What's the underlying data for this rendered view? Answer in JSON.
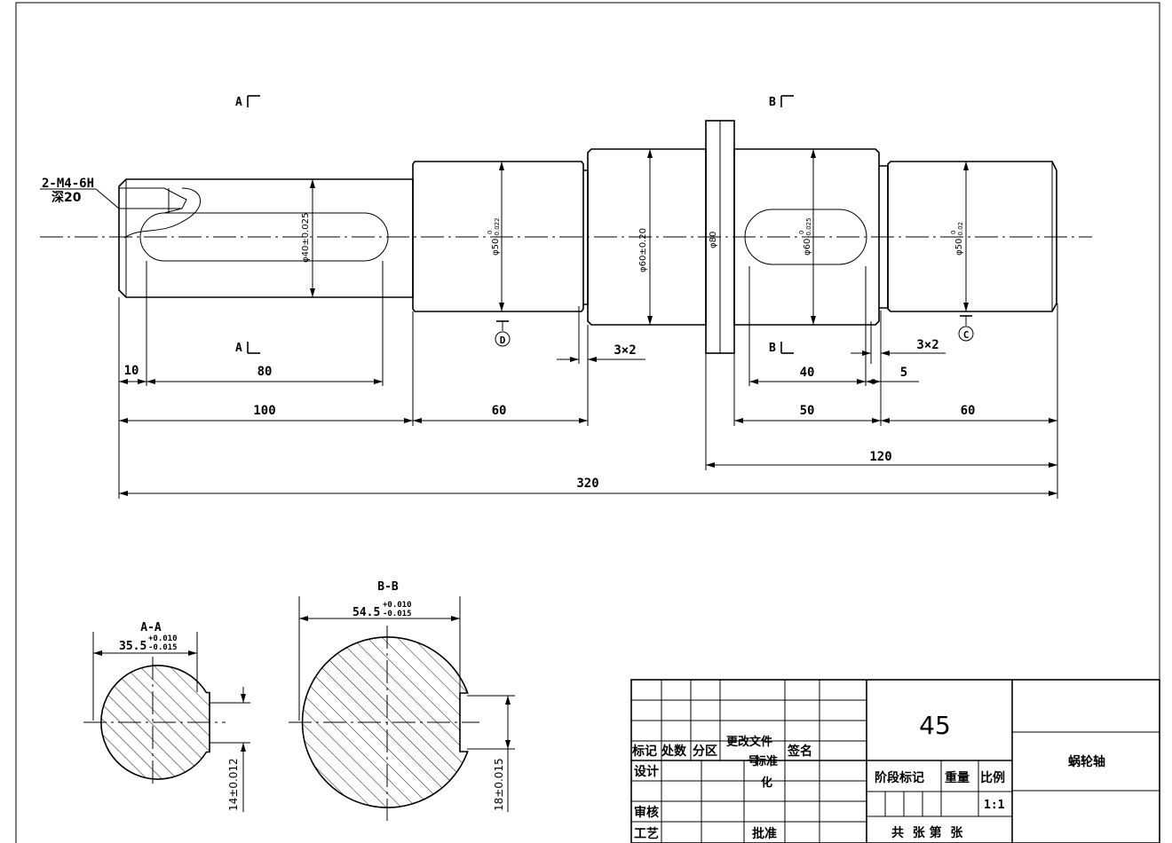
{
  "labels": {
    "thread_note": "2-M4-6H",
    "thread_depth": "深20",
    "section_a_top": "A",
    "section_a_bottom": "A",
    "section_b_top": "B",
    "section_b_bottom": "B",
    "datum_d": "D",
    "datum_c": "C",
    "chamfer_left": "3×2",
    "chamfer_right": "3×2"
  },
  "diameters": {
    "d40": "φ40±0.025",
    "d50_left": "φ50",
    "d60_mid": "φ60±0.20",
    "d80": "φ80",
    "d60_key": "φ60",
    "d50_right": "φ50",
    "tol_zero": "0",
    "tol_022": "-0.022",
    "tol_025": "-0.025",
    "tol_02": "-0.02"
  },
  "dims": {
    "d10": "10",
    "d80": "80",
    "d100": "100",
    "d60_left": "60",
    "d40": "40",
    "d5": "5",
    "d50": "50",
    "d60_right": "60",
    "d120": "120",
    "d320": "320"
  },
  "sections": {
    "aa_title": "A-A",
    "aa_width": "35.5",
    "aa_tol_plus": "+0.010",
    "aa_tol_minus": "-0.015",
    "aa_key": "14±0.012",
    "bb_title": "B-B",
    "bb_width": "54.5",
    "bb_tol_plus": "+0.010",
    "bb_tol_minus": "-0.015",
    "bb_key": "18±0.015"
  },
  "title_block": {
    "material": "45",
    "part_name": "蜗轮轴",
    "mark": "标记",
    "count": "处数",
    "zone": "分区",
    "change_doc_1": "更改文件",
    "change_doc_2": "号",
    "signature": "签名",
    "design": "设计",
    "standard_1": "标准",
    "standard_2": "化",
    "review": "审核",
    "process": "工艺",
    "approve": "批准",
    "stage_mark": "阶段标记",
    "weight": "重量",
    "scale": "比例",
    "scale_value": "1:1",
    "sheets": "共  张 第  张"
  }
}
